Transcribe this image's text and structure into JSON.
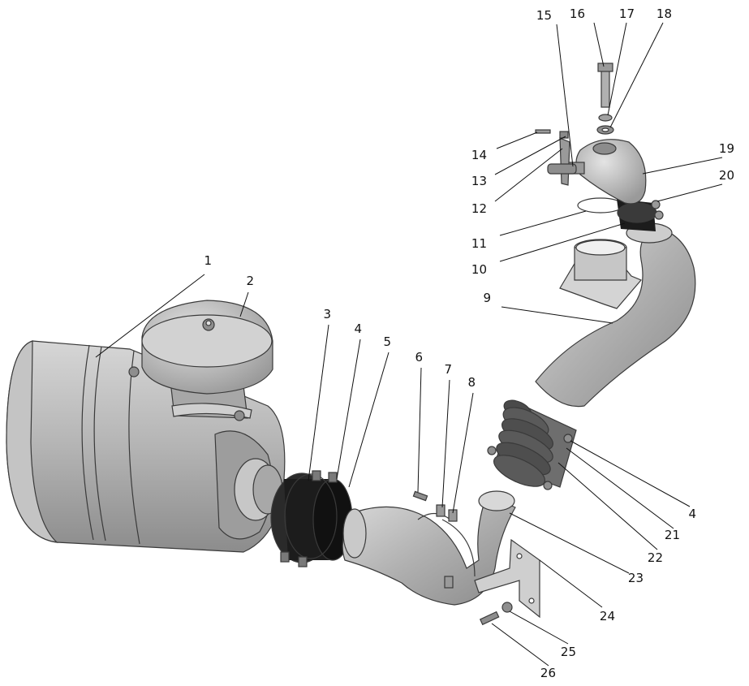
{
  "colors": {
    "part_fill": "#b9b9b9",
    "part_light": "#d9d9d9",
    "part_shadow": "#8e8e8e",
    "rubber": "#1c1c1c",
    "outline": "#3a3a3a",
    "background": "#ffffff"
  },
  "callouts": [
    {
      "label": "1"
    },
    {
      "label": "2"
    },
    {
      "label": "3"
    },
    {
      "label": "4"
    },
    {
      "label": "5"
    },
    {
      "label": "6"
    },
    {
      "label": "7"
    },
    {
      "label": "8"
    },
    {
      "label": "9"
    },
    {
      "label": "10"
    },
    {
      "label": "11"
    },
    {
      "label": "12"
    },
    {
      "label": "13"
    },
    {
      "label": "14"
    },
    {
      "label": "15"
    },
    {
      "label": "16"
    },
    {
      "label": "17"
    },
    {
      "label": "18"
    },
    {
      "label": "19"
    },
    {
      "label": "20"
    },
    {
      "label": "4"
    },
    {
      "label": "21"
    },
    {
      "label": "22"
    },
    {
      "label": "23"
    },
    {
      "label": "24"
    },
    {
      "label": "25"
    },
    {
      "label": "26"
    }
  ]
}
